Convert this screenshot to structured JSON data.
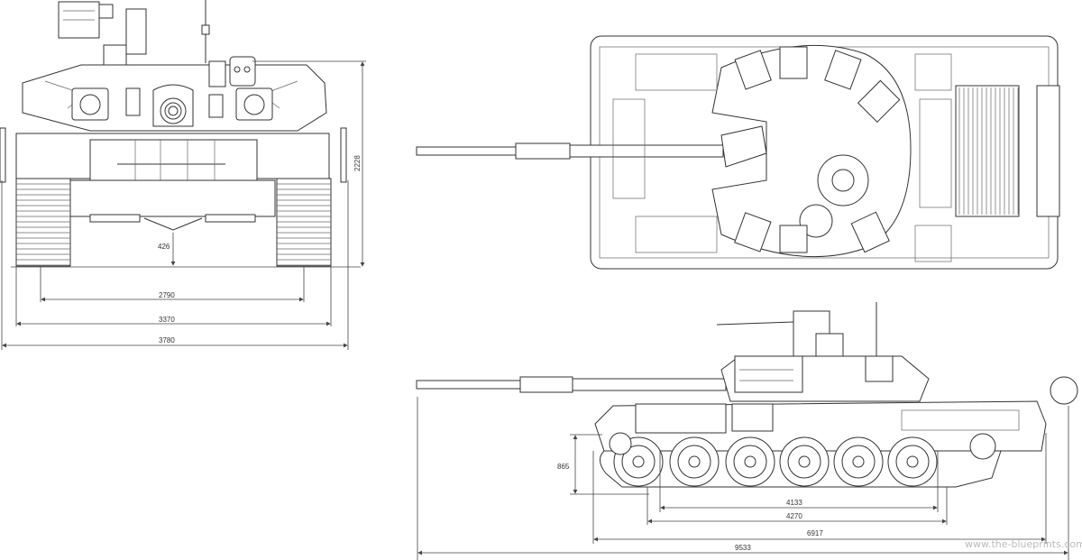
{
  "front_view": {
    "dims": {
      "clearance": "426",
      "track_centers": "2790",
      "track_width": "3370",
      "overall_width": "3780",
      "height": "2228"
    }
  },
  "side_view": {
    "dims": {
      "hull_height": "865",
      "road_wheel_base": "4133",
      "ground_contact": "4270",
      "hull_length": "6917",
      "overall_length": "9533"
    }
  },
  "watermark": "www.the-blueprints.com"
}
